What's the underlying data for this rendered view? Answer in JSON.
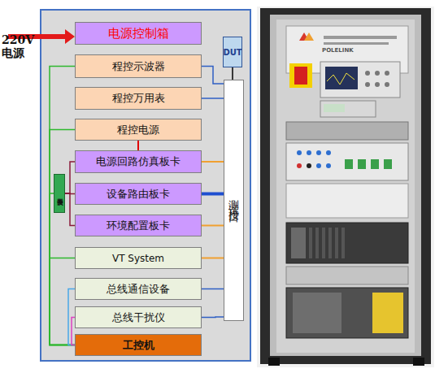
{
  "diagram": {
    "nodes": [
      {
        "text": [
          "电源控制箱"
        ]
      },
      {
        "text": [
          "DUT"
        ]
      },
      {
        "text": [
          "程控示波器"
        ]
      },
      {
        "text": [
          "程控万用表"
        ]
      },
      {
        "text": [
          "程控电源"
        ]
      },
      {
        "text": [
          "电源回路仿真板卡"
        ]
      },
      {
        "text": [
          "设备路由板卡"
        ]
      },
      {
        "text": [
          "环境配置板卡"
        ]
      },
      {
        "text": [
          "测试接口"
        ]
      },
      {
        "text": [
          "设备网关"
        ]
      },
      {
        "text": [
          "VT System"
        ]
      },
      {
        "text": [
          "总线通信设备"
        ]
      },
      {
        "text": [
          "总线干扰仪"
        ]
      },
      {
        "text": [
          "工控机"
        ]
      }
    ],
    "edges": [
      {
        "from": 1,
        "to": 8,
        "arrow": "none"
      },
      {
        "from": 2,
        "to": 8,
        "arrow": "none"
      },
      {
        "from": 3,
        "to": 8,
        "arrow": "none"
      },
      {
        "from": 4,
        "to": 5,
        "arrow": "none"
      },
      {
        "from": 5,
        "to": 8,
        "arrow": "none"
      },
      {
        "from": 6,
        "to": 8,
        "arrow": "none"
      },
      {
        "from": 7,
        "to": 8,
        "arrow": "none"
      },
      {
        "from": 10,
        "to": 8,
        "arrow": "none"
      },
      {
        "from": 9,
        "to": 5,
        "arrow": "none"
      },
      {
        "from": 9,
        "to": 6,
        "arrow": "none"
      },
      {
        "from": 9,
        "to": 7,
        "arrow": "none"
      },
      {
        "from": 13,
        "to": 2,
        "arrow": "none"
      },
      {
        "from": 13,
        "to": 4,
        "arrow": "none"
      },
      {
        "from": 13,
        "to": 10,
        "arrow": "none"
      },
      {
        "from": 13,
        "to": 9,
        "arrow": "none"
      },
      {
        "from": 11,
        "to": 8,
        "arrow": "none"
      },
      {
        "from": 12,
        "to": 8,
        "arrow": "none"
      },
      {
        "from": 11,
        "to": 13,
        "arrow": "none"
      },
      {
        "from": 12,
        "to": 13,
        "arrow": "none"
      }
    ],
    "labels": [
      "220V 电源",
      "POLELINK"
    ]
  }
}
